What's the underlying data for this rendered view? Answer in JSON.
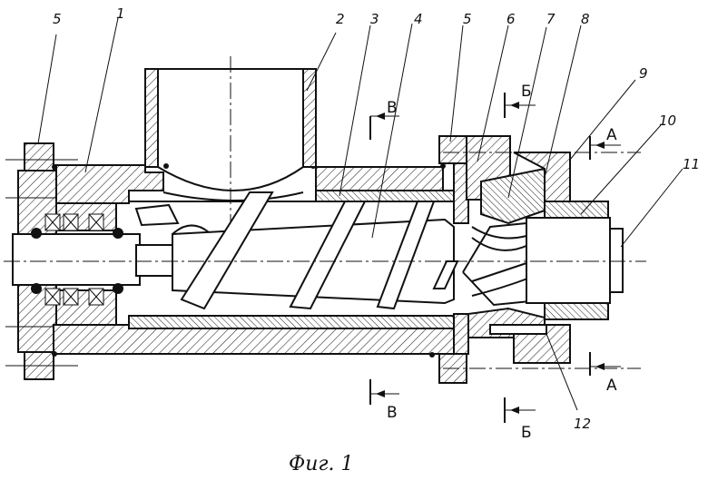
{
  "figure": {
    "caption": "Фиг. 1",
    "part_labels": [
      "5",
      "1",
      "2",
      "3",
      "4",
      "5",
      "6",
      "7",
      "8",
      "9",
      "10",
      "11",
      "12"
    ],
    "section_letters": {
      "a": "А",
      "b": "Б",
      "v": "В"
    }
  }
}
